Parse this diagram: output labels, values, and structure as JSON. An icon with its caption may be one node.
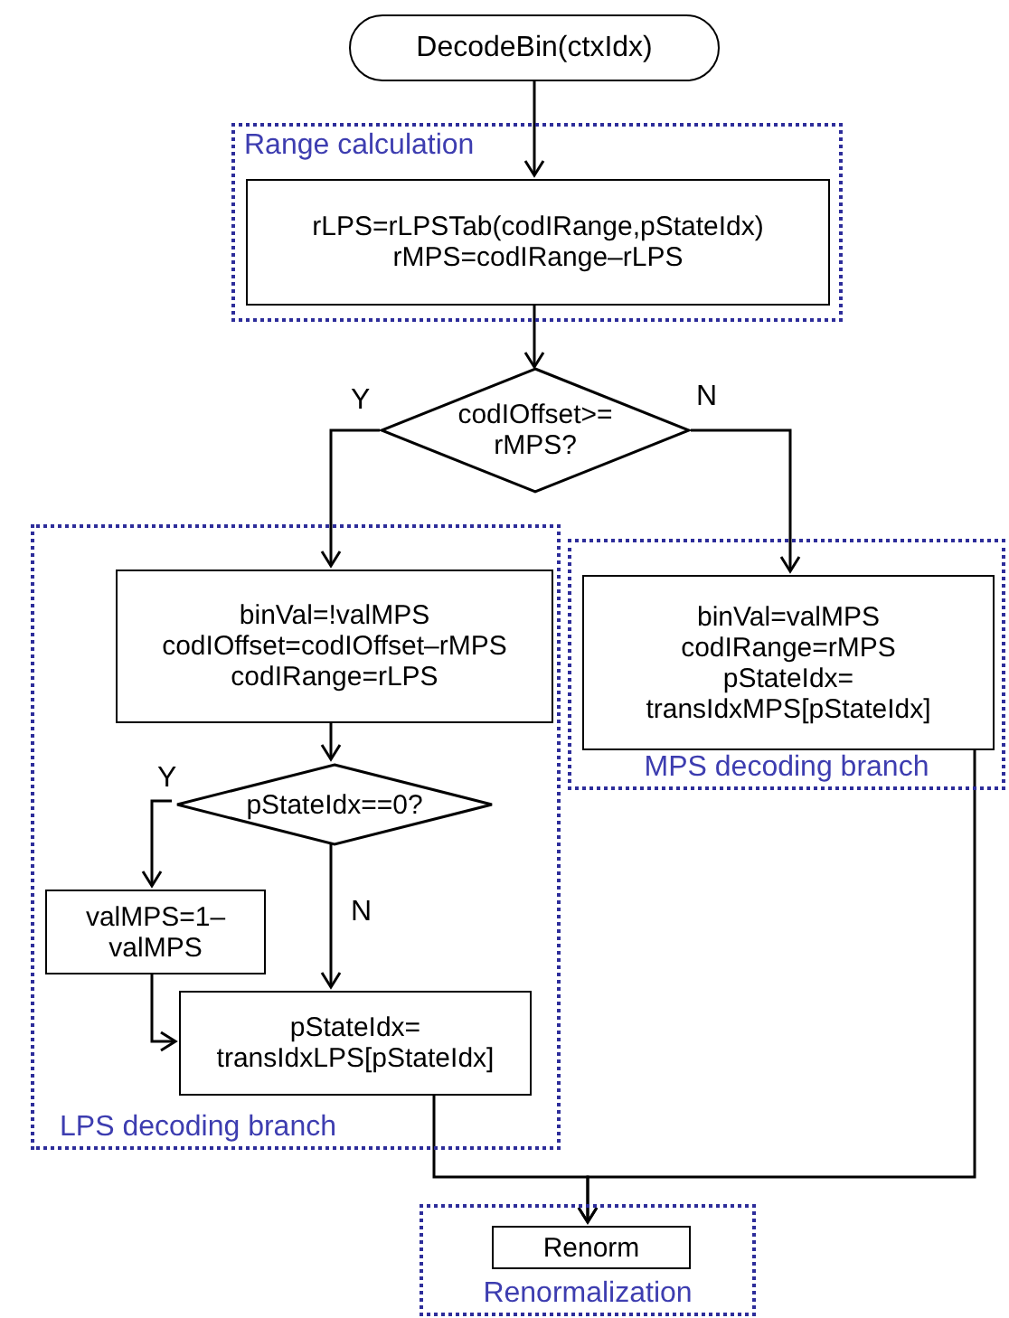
{
  "diagram": {
    "nodes": [
      {
        "text": [
          "DecodeBin(ctxIdx)"
        ]
      },
      {
        "text": [
          "Range calculation"
        ]
      },
      {
        "text": [
          "rLPS=rLPSTab(codIRange,pStateIdx) rMPS=codIRange–rLPS"
        ],
        "in": 1
      },
      {
        "text": [
          "codIOffset>= rMPS?"
        ]
      },
      {
        "text": [
          "LPS decoding branch"
        ]
      },
      {
        "text": [
          "binVal=!valMPS codIOffset=codIOffset–rMPS codIRange=rLPS"
        ],
        "in": 4
      },
      {
        "text": [
          "pStateIdx==0?"
        ],
        "in": 4
      },
      {
        "text": [
          "valMPS=1– valMPS"
        ],
        "in": 4
      },
      {
        "text": [
          "pStateIdx= transIdxLPS[pStateIdx]"
        ],
        "in": 4
      },
      {
        "text": [
          "MPS decoding branch"
        ]
      },
      {
        "text": [
          "binVal=valMPS codIRange=rMPS pStateIdx= transIdxMPS[pStateIdx]"
        ],
        "in": 9
      },
      {
        "text": [
          "Renormalization"
        ]
      },
      {
        "text": [
          "Renorm"
        ],
        "in": 11
      }
    ],
    "edges": [
      {
        "from": 0,
        "to": 2,
        "arrow": "to"
      },
      {
        "from": 2,
        "to": 3,
        "arrow": "to"
      },
      {
        "from": 3,
        "to": 5,
        "arrow": "to",
        "label": "Y"
      },
      {
        "from": 3,
        "to": 10,
        "arrow": "to",
        "label": "N"
      },
      {
        "from": 5,
        "to": 6,
        "arrow": "to"
      },
      {
        "from": 6,
        "to": 7,
        "arrow": "to",
        "label": "Y"
      },
      {
        "from": 6,
        "to": 8,
        "arrow": "to",
        "label": "N"
      },
      {
        "from": 7,
        "to": 8,
        "arrow": "to"
      },
      {
        "from": 8,
        "to": 12,
        "arrow": "to"
      },
      {
        "from": 10,
        "to": 12,
        "arrow": "to"
      }
    ]
  }
}
